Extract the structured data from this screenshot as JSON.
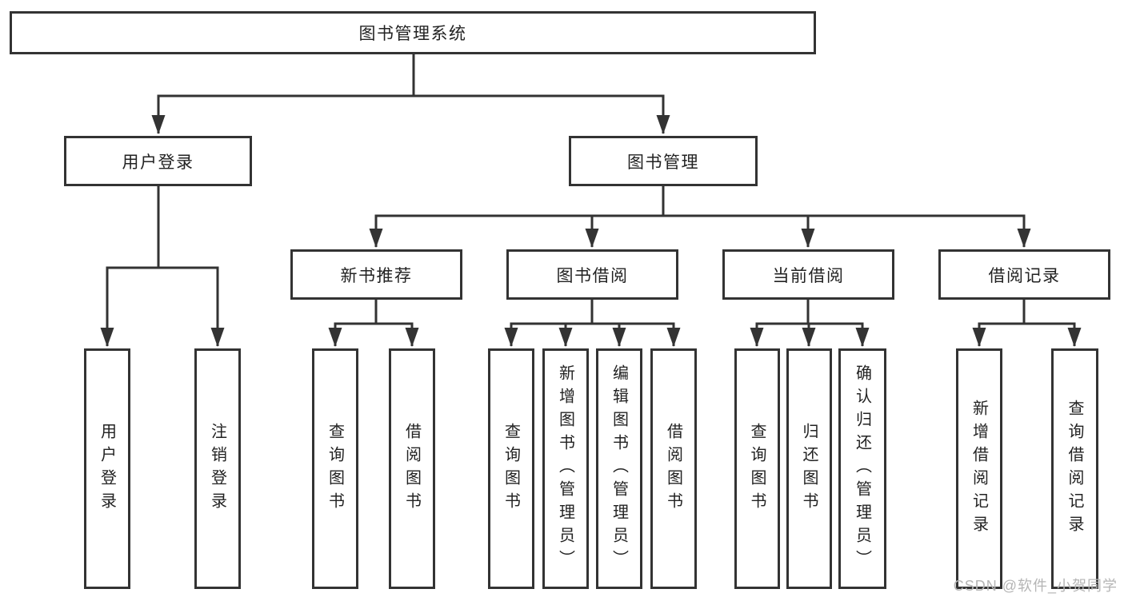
{
  "tree": {
    "label": "图书管理系统",
    "children": [
      {
        "label": "用户登录",
        "children": [
          {
            "label": "用户登录"
          },
          {
            "label": "注销登录"
          }
        ]
      },
      {
        "label": "图书管理",
        "children": [
          {
            "label": "新书推荐",
            "children": [
              {
                "label": "查询图书"
              },
              {
                "label": "借阅图书"
              }
            ]
          },
          {
            "label": "图书借阅",
            "children": [
              {
                "label": "查询图书"
              },
              {
                "label": "新增图书（管理员）"
              },
              {
                "label": "编辑图书（管理员）"
              },
              {
                "label": "借阅图书"
              }
            ]
          },
          {
            "label": "当前借阅",
            "children": [
              {
                "label": "查询图书"
              },
              {
                "label": "归还图书"
              },
              {
                "label": "确认归还（管理员）"
              }
            ]
          },
          {
            "label": "借阅记录",
            "children": [
              {
                "label": "新增借阅记录"
              },
              {
                "label": "查询借阅记录"
              }
            ]
          }
        ]
      }
    ]
  },
  "watermark": "CSDN @软件_小贺同学",
  "colors": {
    "line": "#333333",
    "text": "#222222",
    "box_bg": "#ffffff",
    "background": "#ffffff",
    "watermark": "#b5b5b5"
  }
}
